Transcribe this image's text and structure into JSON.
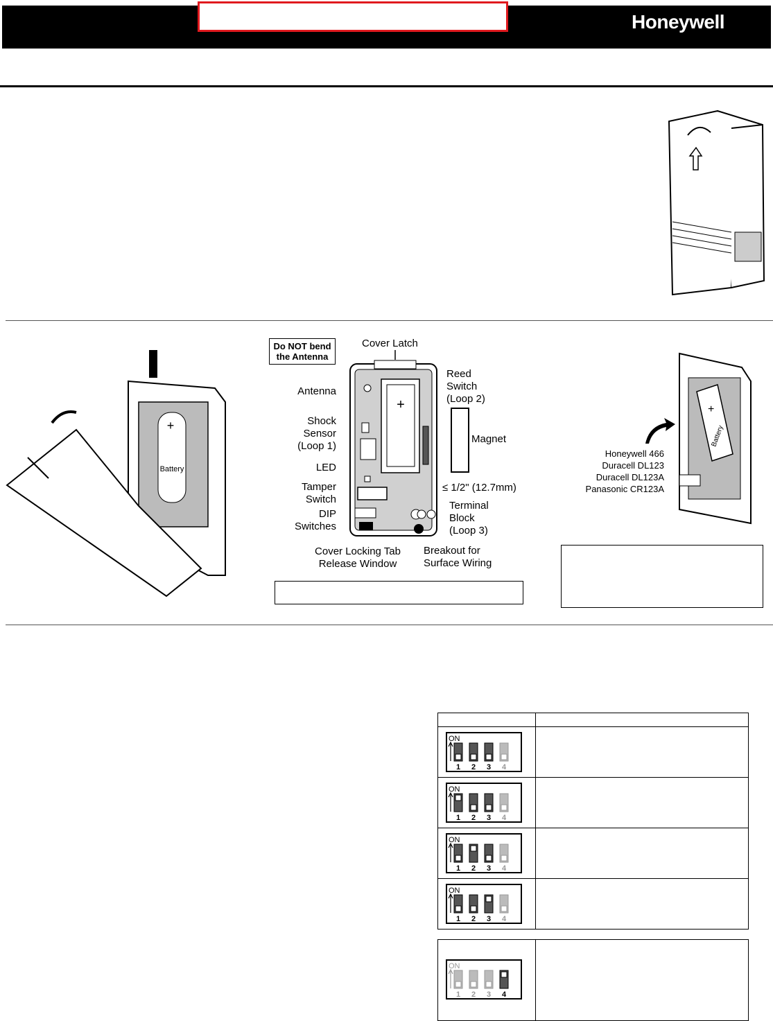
{
  "header": {
    "brand": "Honeywell"
  },
  "diagram": {
    "warning_line1": "Do NOT bend",
    "warning_line2": "the Antenna",
    "cover_latch": "Cover Latch",
    "antenna": "Antenna",
    "reed_switch": [
      "Reed",
      "Switch",
      "(Loop 2)"
    ],
    "shock_sensor": [
      "Shock",
      "Sensor",
      "(Loop 1)"
    ],
    "magnet": "Magnet",
    "led": "LED",
    "gap": "≤ 1/2\" (12.7mm)",
    "tamper_switch": [
      "Tamper",
      "Switch"
    ],
    "terminal_block": [
      "Terminal",
      "Block",
      "(Loop 3)"
    ],
    "dip_switches": [
      "DIP",
      "Switches"
    ],
    "cover_locking_tab": [
      "Cover Locking Tab",
      "Release Window"
    ],
    "breakout": [
      "Breakout for",
      "Surface Wiring"
    ],
    "battery_text": "Battery"
  },
  "batteries": [
    "Honeywell 466",
    "Duracell DL123",
    "Duracell DL123A",
    "Panasonic CR123A"
  ],
  "dip_table": {
    "on_label": "ON",
    "numbers": [
      "1",
      "2",
      "3",
      "4"
    ],
    "rows": [
      {
        "states": [
          "off",
          "off",
          "off",
          "na"
        ]
      },
      {
        "states": [
          "on",
          "off",
          "off",
          "na"
        ]
      },
      {
        "states": [
          "off",
          "on",
          "off",
          "na"
        ]
      },
      {
        "states": [
          "off",
          "off",
          "on",
          "na"
        ]
      }
    ],
    "extra_row": {
      "states": [
        "na",
        "na",
        "na",
        "on"
      ]
    }
  }
}
